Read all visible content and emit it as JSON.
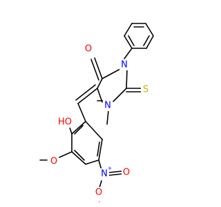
{
  "molecule": {
    "atoms": {
      "carbonyl_O": {
        "text": "O",
        "color": "#ff0000"
      },
      "ring_N3": {
        "text": "N",
        "color": "#0000ff"
      },
      "ring_N1": {
        "text": "N",
        "color": "#0000ff"
      },
      "thione_S": {
        "text": "S",
        "color": "#c8b400"
      },
      "hydroxy": {
        "text": "HO",
        "color": "#ff0000"
      },
      "methoxy_O": {
        "text": "O",
        "color": "#ff0000"
      },
      "nitro_N": {
        "text": "N",
        "color": "#0000ff",
        "charge": "+"
      },
      "nitro_O_double": {
        "text": "O",
        "color": "#ff0000"
      },
      "nitro_O_single": {
        "text": "O",
        "color": "#ff0000",
        "charge": "-"
      }
    },
    "bond_color": "#000000",
    "background": "#ffffff"
  }
}
